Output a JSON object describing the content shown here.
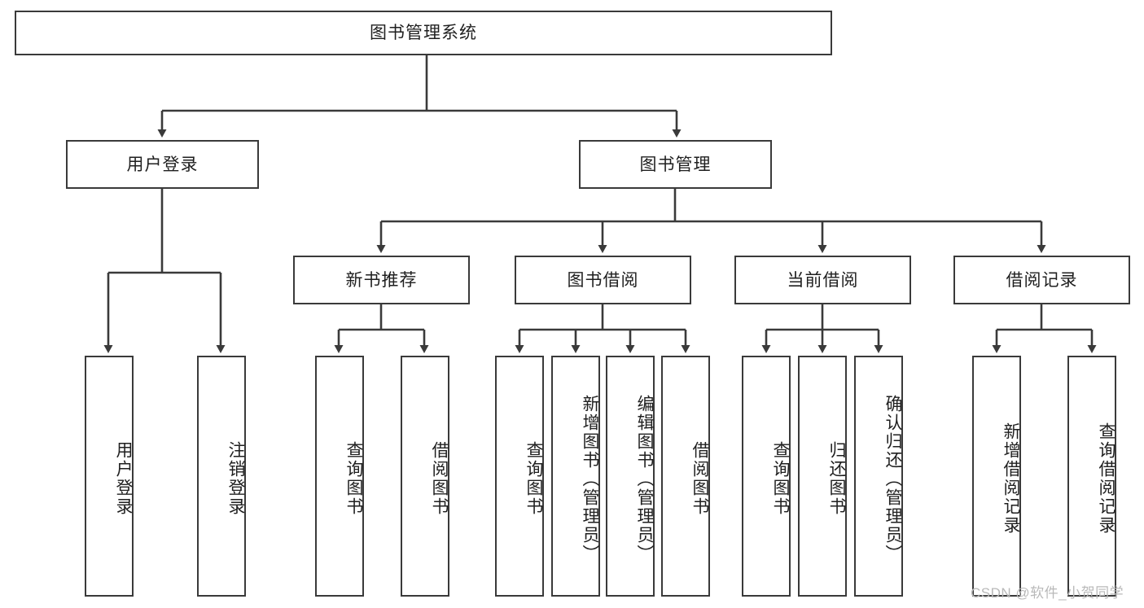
{
  "diagram": {
    "type": "tree-hierarchy-diagram",
    "title": "图书管理系统",
    "line_color": "#3a3a3a",
    "box_fill": "#ffffff",
    "text_color": "#1f1f1f",
    "nodes": {
      "root": {
        "label": "图书管理系统",
        "orientation": "horizontal"
      },
      "user_login": {
        "label": "用户登录",
        "orientation": "horizontal"
      },
      "book_manage": {
        "label": "图书管理",
        "orientation": "horizontal"
      },
      "new_book_rec": {
        "label": "新书推荐",
        "orientation": "horizontal"
      },
      "book_borrow": {
        "label": "图书借阅",
        "orientation": "horizontal"
      },
      "current_borrow": {
        "label": "当前借阅",
        "orientation": "horizontal"
      },
      "borrow_record": {
        "label": "借阅记录",
        "orientation": "horizontal"
      },
      "leaf_user_login": {
        "label": "用户登录",
        "orientation": "vertical"
      },
      "leaf_logout": {
        "label": "注销登录",
        "orientation": "vertical"
      },
      "leaf_query_book_1": {
        "label": "查询图书",
        "orientation": "vertical"
      },
      "leaf_borrow_book_1": {
        "label": "借阅图书",
        "orientation": "vertical"
      },
      "leaf_query_book_2": {
        "label": "查询图书",
        "orientation": "vertical"
      },
      "leaf_add_book": {
        "label": "新增图书（管理员）",
        "orientation": "vertical"
      },
      "leaf_edit_book": {
        "label": "编辑图书（管理员）",
        "orientation": "vertical"
      },
      "leaf_borrow_book_2": {
        "label": "借阅图书",
        "orientation": "vertical"
      },
      "leaf_query_book_3": {
        "label": "查询图书",
        "orientation": "vertical"
      },
      "leaf_return_book": {
        "label": "归还图书",
        "orientation": "vertical"
      },
      "leaf_confirm_return": {
        "label": "确认归还（管理员）",
        "orientation": "vertical"
      },
      "leaf_add_record": {
        "label": "新增借阅记录",
        "orientation": "vertical"
      },
      "leaf_query_record": {
        "label": "查询借阅记录",
        "orientation": "vertical"
      }
    },
    "edges": [
      {
        "from": "root",
        "to": "user_login"
      },
      {
        "from": "root",
        "to": "book_manage"
      },
      {
        "from": "user_login",
        "to": "leaf_user_login"
      },
      {
        "from": "user_login",
        "to": "leaf_logout"
      },
      {
        "from": "book_manage",
        "to": "new_book_rec"
      },
      {
        "from": "book_manage",
        "to": "book_borrow"
      },
      {
        "from": "book_manage",
        "to": "current_borrow"
      },
      {
        "from": "book_manage",
        "to": "borrow_record"
      },
      {
        "from": "new_book_rec",
        "to": "leaf_query_book_1"
      },
      {
        "from": "new_book_rec",
        "to": "leaf_borrow_book_1"
      },
      {
        "from": "book_borrow",
        "to": "leaf_query_book_2"
      },
      {
        "from": "book_borrow",
        "to": "leaf_add_book"
      },
      {
        "from": "book_borrow",
        "to": "leaf_edit_book"
      },
      {
        "from": "book_borrow",
        "to": "leaf_borrow_book_2"
      },
      {
        "from": "current_borrow",
        "to": "leaf_query_book_3"
      },
      {
        "from": "current_borrow",
        "to": "leaf_return_book"
      },
      {
        "from": "current_borrow",
        "to": "leaf_confirm_return"
      },
      {
        "from": "borrow_record",
        "to": "leaf_add_record"
      },
      {
        "from": "borrow_record",
        "to": "leaf_query_record"
      }
    ]
  },
  "watermark": {
    "text": "CSDN @软件_小贺同学",
    "color": "#b9b9b9"
  }
}
